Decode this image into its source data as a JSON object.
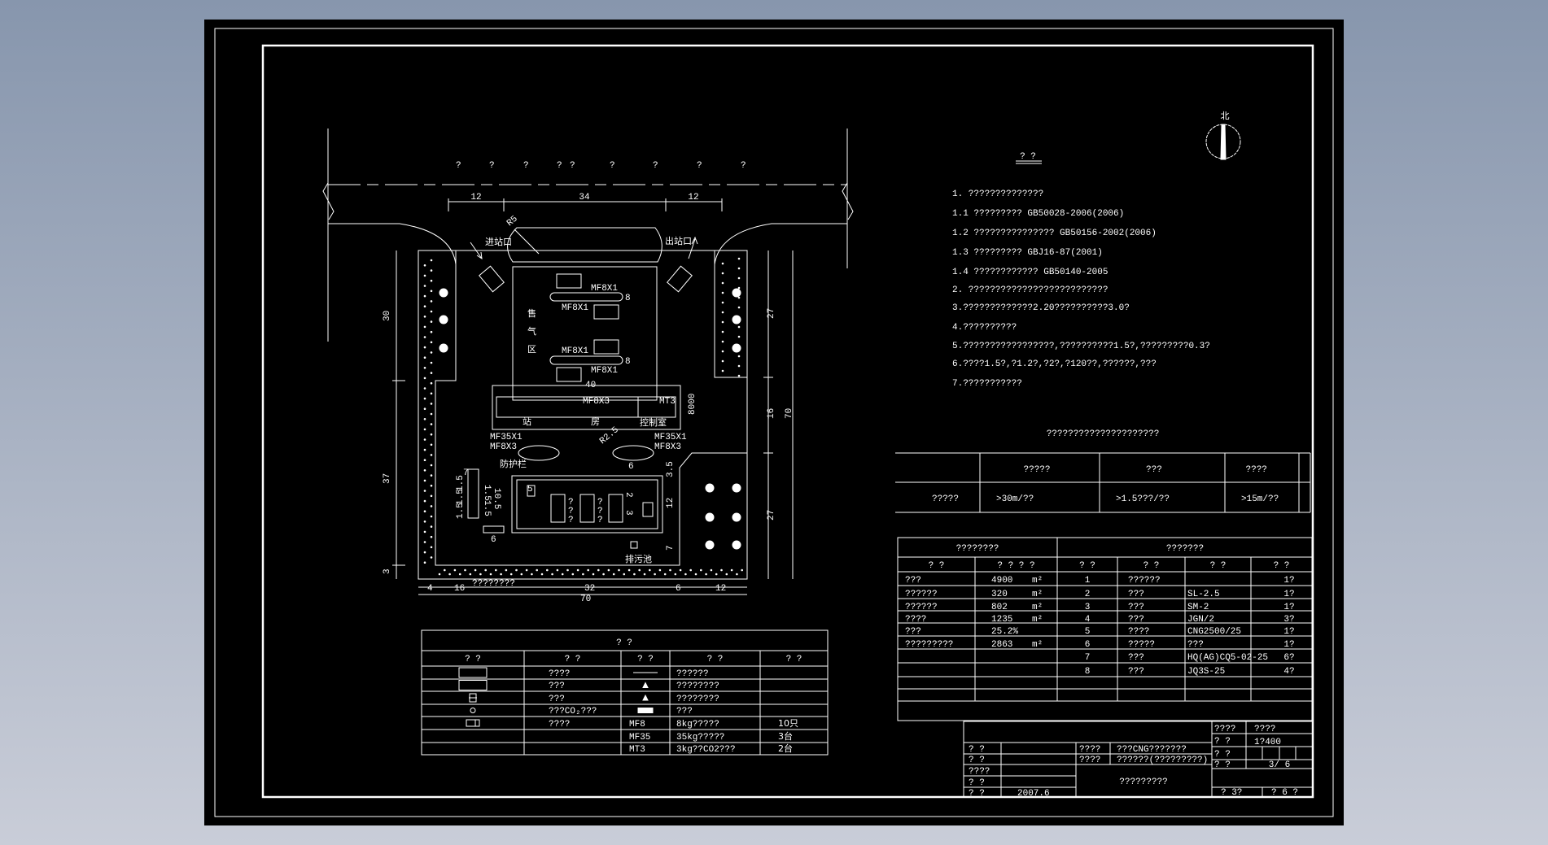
{
  "colors": {
    "paper": "#000000",
    "ink": "#ffffff",
    "desktop_top": "#8796ad",
    "desktop_bottom": "#c9cdd8"
  },
  "road": {
    "labels": [
      "?",
      "?",
      "?",
      "?",
      "?",
      "?",
      "?",
      "?",
      "?"
    ]
  },
  "site_plan": {
    "entrance": "进站口",
    "exit": "出站口",
    "sales_area": [
      "售",
      "气",
      "区"
    ],
    "building": [
      "站",
      "房"
    ],
    "control_room": "控制室",
    "guardrail": "防护栏",
    "sewage_pool": "排污池",
    "fence_note": "????????",
    "extinguishers": {
      "dispenser_a_top": "MF8X1",
      "dispenser_a_bottom": "MF8X1",
      "dispenser_b_top": "MF8X1",
      "dispenser_b_bottom": "MF8X1",
      "building_center": "MF8X3",
      "control": "MT3",
      "left_a": "MF35X1",
      "left_b": "MF8X3",
      "right_a": "MF35X1",
      "right_b": "MF8X3"
    },
    "dims": {
      "top": [
        "12",
        "34",
        "12"
      ],
      "left": [
        "30",
        "37",
        "3"
      ],
      "right": [
        "27",
        "16",
        "70",
        "27"
      ],
      "bottom": [
        "4",
        "16",
        "32",
        "6",
        "12"
      ],
      "bottom_total": "70",
      "building_width": "40",
      "building_depth": "8000",
      "island_len": "6",
      "rack_len": "6",
      "yard": [
        "3.5",
        "12",
        "7"
      ],
      "radius_a": "R5",
      "radius_b": "R2.5",
      "dispenser_num": [
        "8",
        "8"
      ],
      "rack": [
        "7",
        "1.5",
        "1.5",
        "1.5",
        "1.5",
        "1.5",
        "10.5"
      ],
      "compressor_num": "5",
      "yard_marks": [
        "2",
        "3",
        "?",
        "?",
        "?",
        "?",
        "?",
        "?"
      ]
    }
  },
  "north": {
    "label": "北"
  },
  "notes": {
    "title": "? ?",
    "items": [
      "1.  ??????????????",
      "1.1 ?????????  GB50028-2006(2006)",
      "1.2 ???????????????  GB50156-2002(2006)",
      "1.3 ?????????  GBJ16-87(2001)",
      "1.4 ????????????  GB50140-2005",
      "2. ??????????????????????????",
      "3.?????????????2.20??????????3.0?",
      "4.??????????",
      "5.?????????????????,??????????1.5?,?????????0.3?",
      "6.????1.5?,?1.2?,?2?,?120??,??????,???",
      "7.???????????"
    ]
  },
  "spacing_table": {
    "title": "?????????????????????",
    "headers": [
      "",
      "?????",
      "???",
      "????"
    ],
    "row": [
      "?????",
      ">30m/??",
      ">1.5???/??",
      ">15m/??"
    ]
  },
  "main_table": {
    "left_title": "????????",
    "right_title": "???????",
    "headers": [
      "?  ?",
      "? ? ? ?",
      "?  ?",
      "?  ?",
      "?  ?",
      "?  ?"
    ],
    "left_rows": [
      [
        "???",
        "4900",
        "m²"
      ],
      [
        "??????",
        "320",
        "m²"
      ],
      [
        "??????",
        "802",
        "m²"
      ],
      [
        "????",
        "1235",
        "m²"
      ],
      [
        "???",
        "25.2%",
        ""
      ],
      [
        "?????????",
        "2863",
        "m²"
      ]
    ],
    "right_rows": [
      [
        "1",
        "??????",
        "",
        "1?"
      ],
      [
        "2",
        "???",
        "SL-2.5",
        "1?"
      ],
      [
        "3",
        "???",
        "SM-2",
        "1?"
      ],
      [
        "4",
        "???",
        "JGN/2",
        "3?"
      ],
      [
        "5",
        "????",
        "CNG2500/25",
        "1?"
      ],
      [
        "6",
        "?????",
        "???",
        "1?"
      ],
      [
        "7",
        "???",
        "HQ(AG)CQ5-02-25",
        "6?"
      ],
      [
        "8",
        "???",
        "JQ3S-25",
        "4?"
      ]
    ]
  },
  "legend": {
    "title": "?     ?",
    "headers": [
      "? ?",
      "?   ?",
      "? ?",
      "?   ?",
      "?   ?"
    ],
    "rows": [
      {
        "sym1": "planting",
        "name1": "????",
        "sym2": "line",
        "name2": "??????",
        "qty": ""
      },
      {
        "sym1": "rect",
        "name1": "???",
        "sym2": "triangle",
        "name2": "????????",
        "qty": ""
      },
      {
        "sym1": "dispenser",
        "name1": "???",
        "sym2": "triangle",
        "name2": "????????",
        "qty": ""
      },
      {
        "sym1": "circle",
        "name1": "???CO₂???",
        "sym2": "rack",
        "name2": "???",
        "qty": ""
      },
      {
        "sym1": "extinguisher",
        "name1": "????",
        "sym2": "MF8",
        "name2": "8kg?????",
        "qty": "10只"
      },
      {
        "sym1": "",
        "name1": "",
        "sym2": "MF35",
        "name2": "35kg?????",
        "qty": "3台"
      },
      {
        "sym1": "",
        "name1": "",
        "sym2": "MT3",
        "name2": "3kg??CO2???",
        "qty": "2台"
      }
    ]
  },
  "title_block": {
    "left_labels": [
      "? ?",
      "? ?",
      "????",
      "? ?",
      "? ?"
    ],
    "date": "2007.6",
    "project_label": "????",
    "project": "???CNG???????",
    "drawing_label": "????",
    "drawing": "??????(?????????)",
    "drawing_title": "?????????",
    "right": {
      "r1": [
        "????",
        "????"
      ],
      "r2": [
        "? ?",
        "1?400"
      ],
      "r3": [
        "? ?"
      ],
      "r4": [
        "? ?",
        "3/ 6"
      ],
      "bottom": [
        "? 3?",
        "? 6 ?"
      ]
    }
  }
}
